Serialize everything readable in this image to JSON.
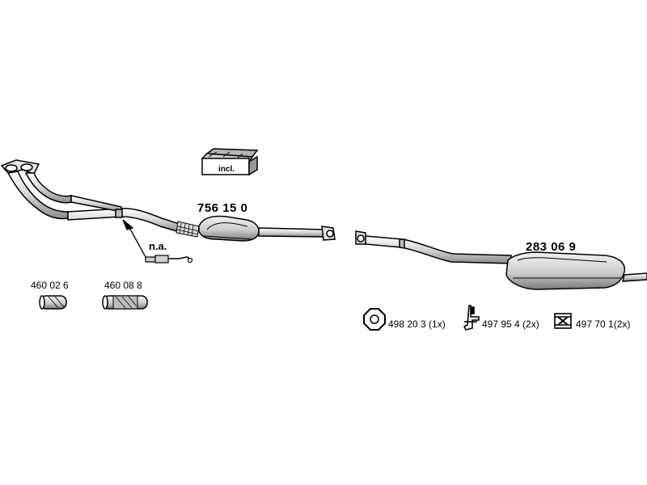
{
  "labels": {
    "incl": "incl.",
    "na": "n.a.",
    "front_section": "756 15 0",
    "rear_muffler": "283 06 9",
    "clamp_a": "460 02 6",
    "clamp_b": "460 08 8",
    "ring": "498 20 3 (1x)",
    "bracket": "497 95 4 (2x)",
    "hanger": "497 70 1(2x)"
  },
  "icons": [
    "exhaust-manifold-icon",
    "catalytic-converter-icon",
    "oxygen-sensor-icon",
    "mounting-kit-box-icon",
    "clamp-icon",
    "rear-muffler-icon",
    "seal-ring-icon",
    "bracket-icon",
    "rubber-hanger-icon"
  ],
  "colors": {
    "line": "#000000",
    "fill_light": "#ededed",
    "fill_mid": "#cfcfcf",
    "fill_dark": "#9a9a9a"
  }
}
